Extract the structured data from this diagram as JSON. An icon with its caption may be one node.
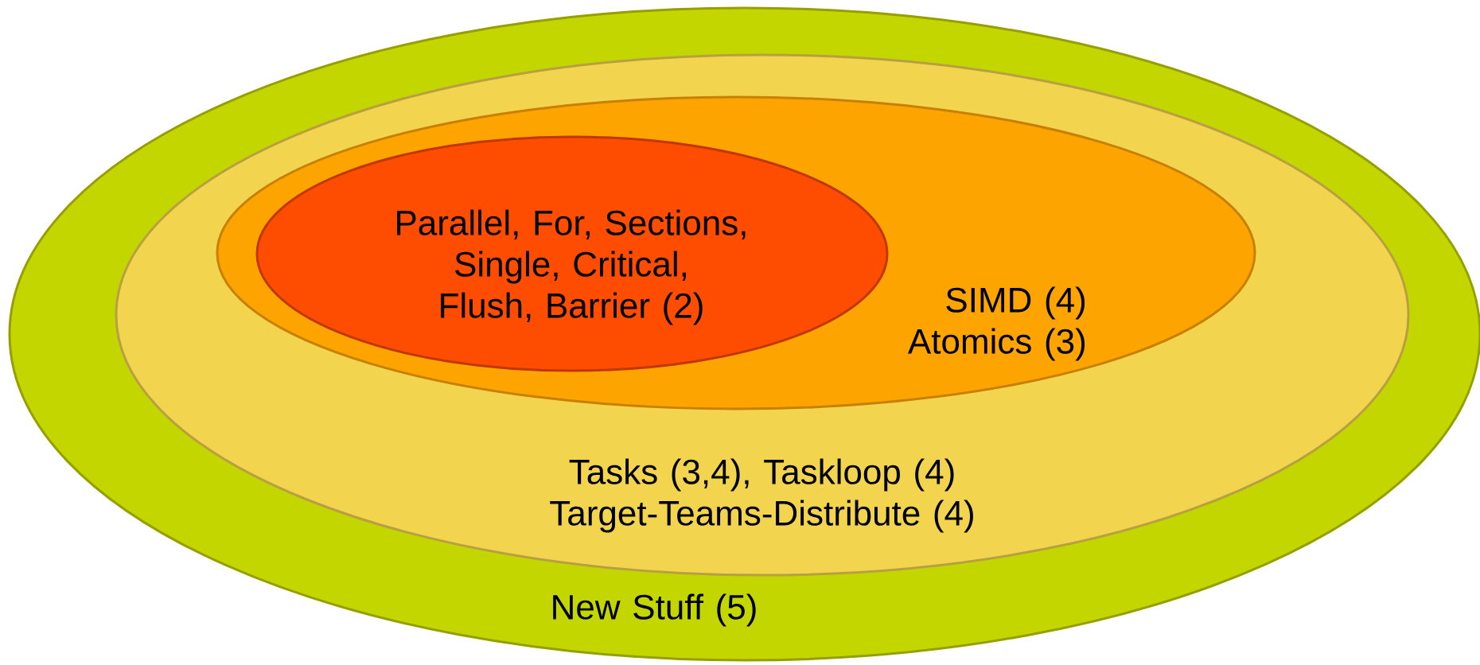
{
  "diagram": {
    "nodes": [
      {
        "text": [
          "New Stuff (5)"
        ]
      },
      {
        "text": [
          "Tasks (3,4), Taskloop (4) Target-Teams-Distribute (4)"
        ],
        "in": 0
      },
      {
        "text": [
          "SIMD (4) Atomics (3)"
        ],
        "in": 1
      },
      {
        "text": [
          "Parallel, For, Sections, Single, Critical, Flush, Barrier (2)"
        ],
        "in": 2
      }
    ]
  }
}
